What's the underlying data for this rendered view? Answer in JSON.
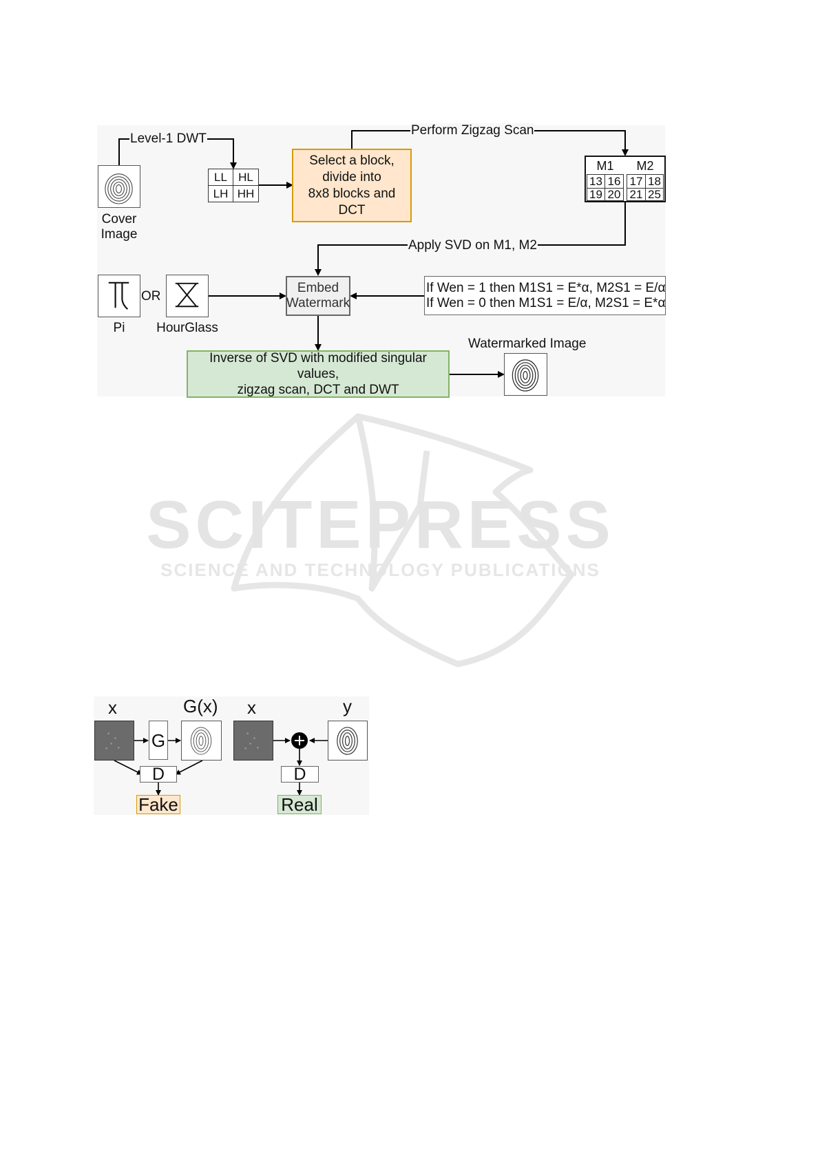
{
  "figure1": {
    "arrow_labels": {
      "level1_dwt": "Level-1 DWT",
      "perform_zigzag": "Perform Zigzag Scan",
      "apply_svd": "Apply SVD on M1, M2"
    },
    "cover_image_label": "Cover\nImage",
    "dwt_bands": [
      "LL",
      "HL",
      "LH",
      "HH"
    ],
    "select_block_text": "Select a block,\ndivide into\n8x8 blocks and DCT",
    "matrix": {
      "header_m1": "M1",
      "header_m2": "M2",
      "row1": [
        "13",
        "16",
        "17",
        "18"
      ],
      "row2": [
        "19",
        "20",
        "21",
        "25"
      ]
    },
    "pi_label": "Pi",
    "or_label": "OR",
    "hourglass_label": "HourGlass",
    "embed_text": "Embed\nWatermark",
    "rule_line1": "If Wen = 1 then M1S1 = E*α,  M2S1 = E/α",
    "rule_line2": "If Wen = 0 then M1S1 = E/α,  M2S1 = E*α",
    "inverse_text": "Inverse of SVD with modified singular values,\nzigzag scan, DCT and DWT",
    "watermarked_label": "Watermarked Image"
  },
  "watermark": {
    "main": "SCITEPRESS",
    "sub": "SCIENCE AND TECHNOLOGY PUBLICATIONS"
  },
  "figure2": {
    "left": {
      "x_label": "x",
      "g_label": "G",
      "gx_label": "G(x)",
      "d_label": "D",
      "result": "Fake"
    },
    "right": {
      "x_label": "x",
      "y_label": "y",
      "d_label": "D",
      "result": "Real"
    }
  },
  "colors": {
    "orange_fill": "#ffe6cc",
    "orange_border": "#d79b00",
    "green_fill": "#d5e8d4",
    "green_border": "#82b366"
  }
}
